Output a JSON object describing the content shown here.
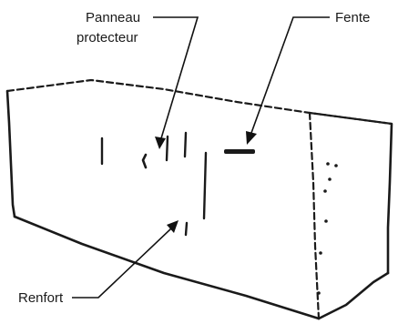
{
  "labels": {
    "panel_line1": "Panneau",
    "panel_line2": "protecteur",
    "slot": "Fente",
    "reinforcement": "Renfort"
  }
}
